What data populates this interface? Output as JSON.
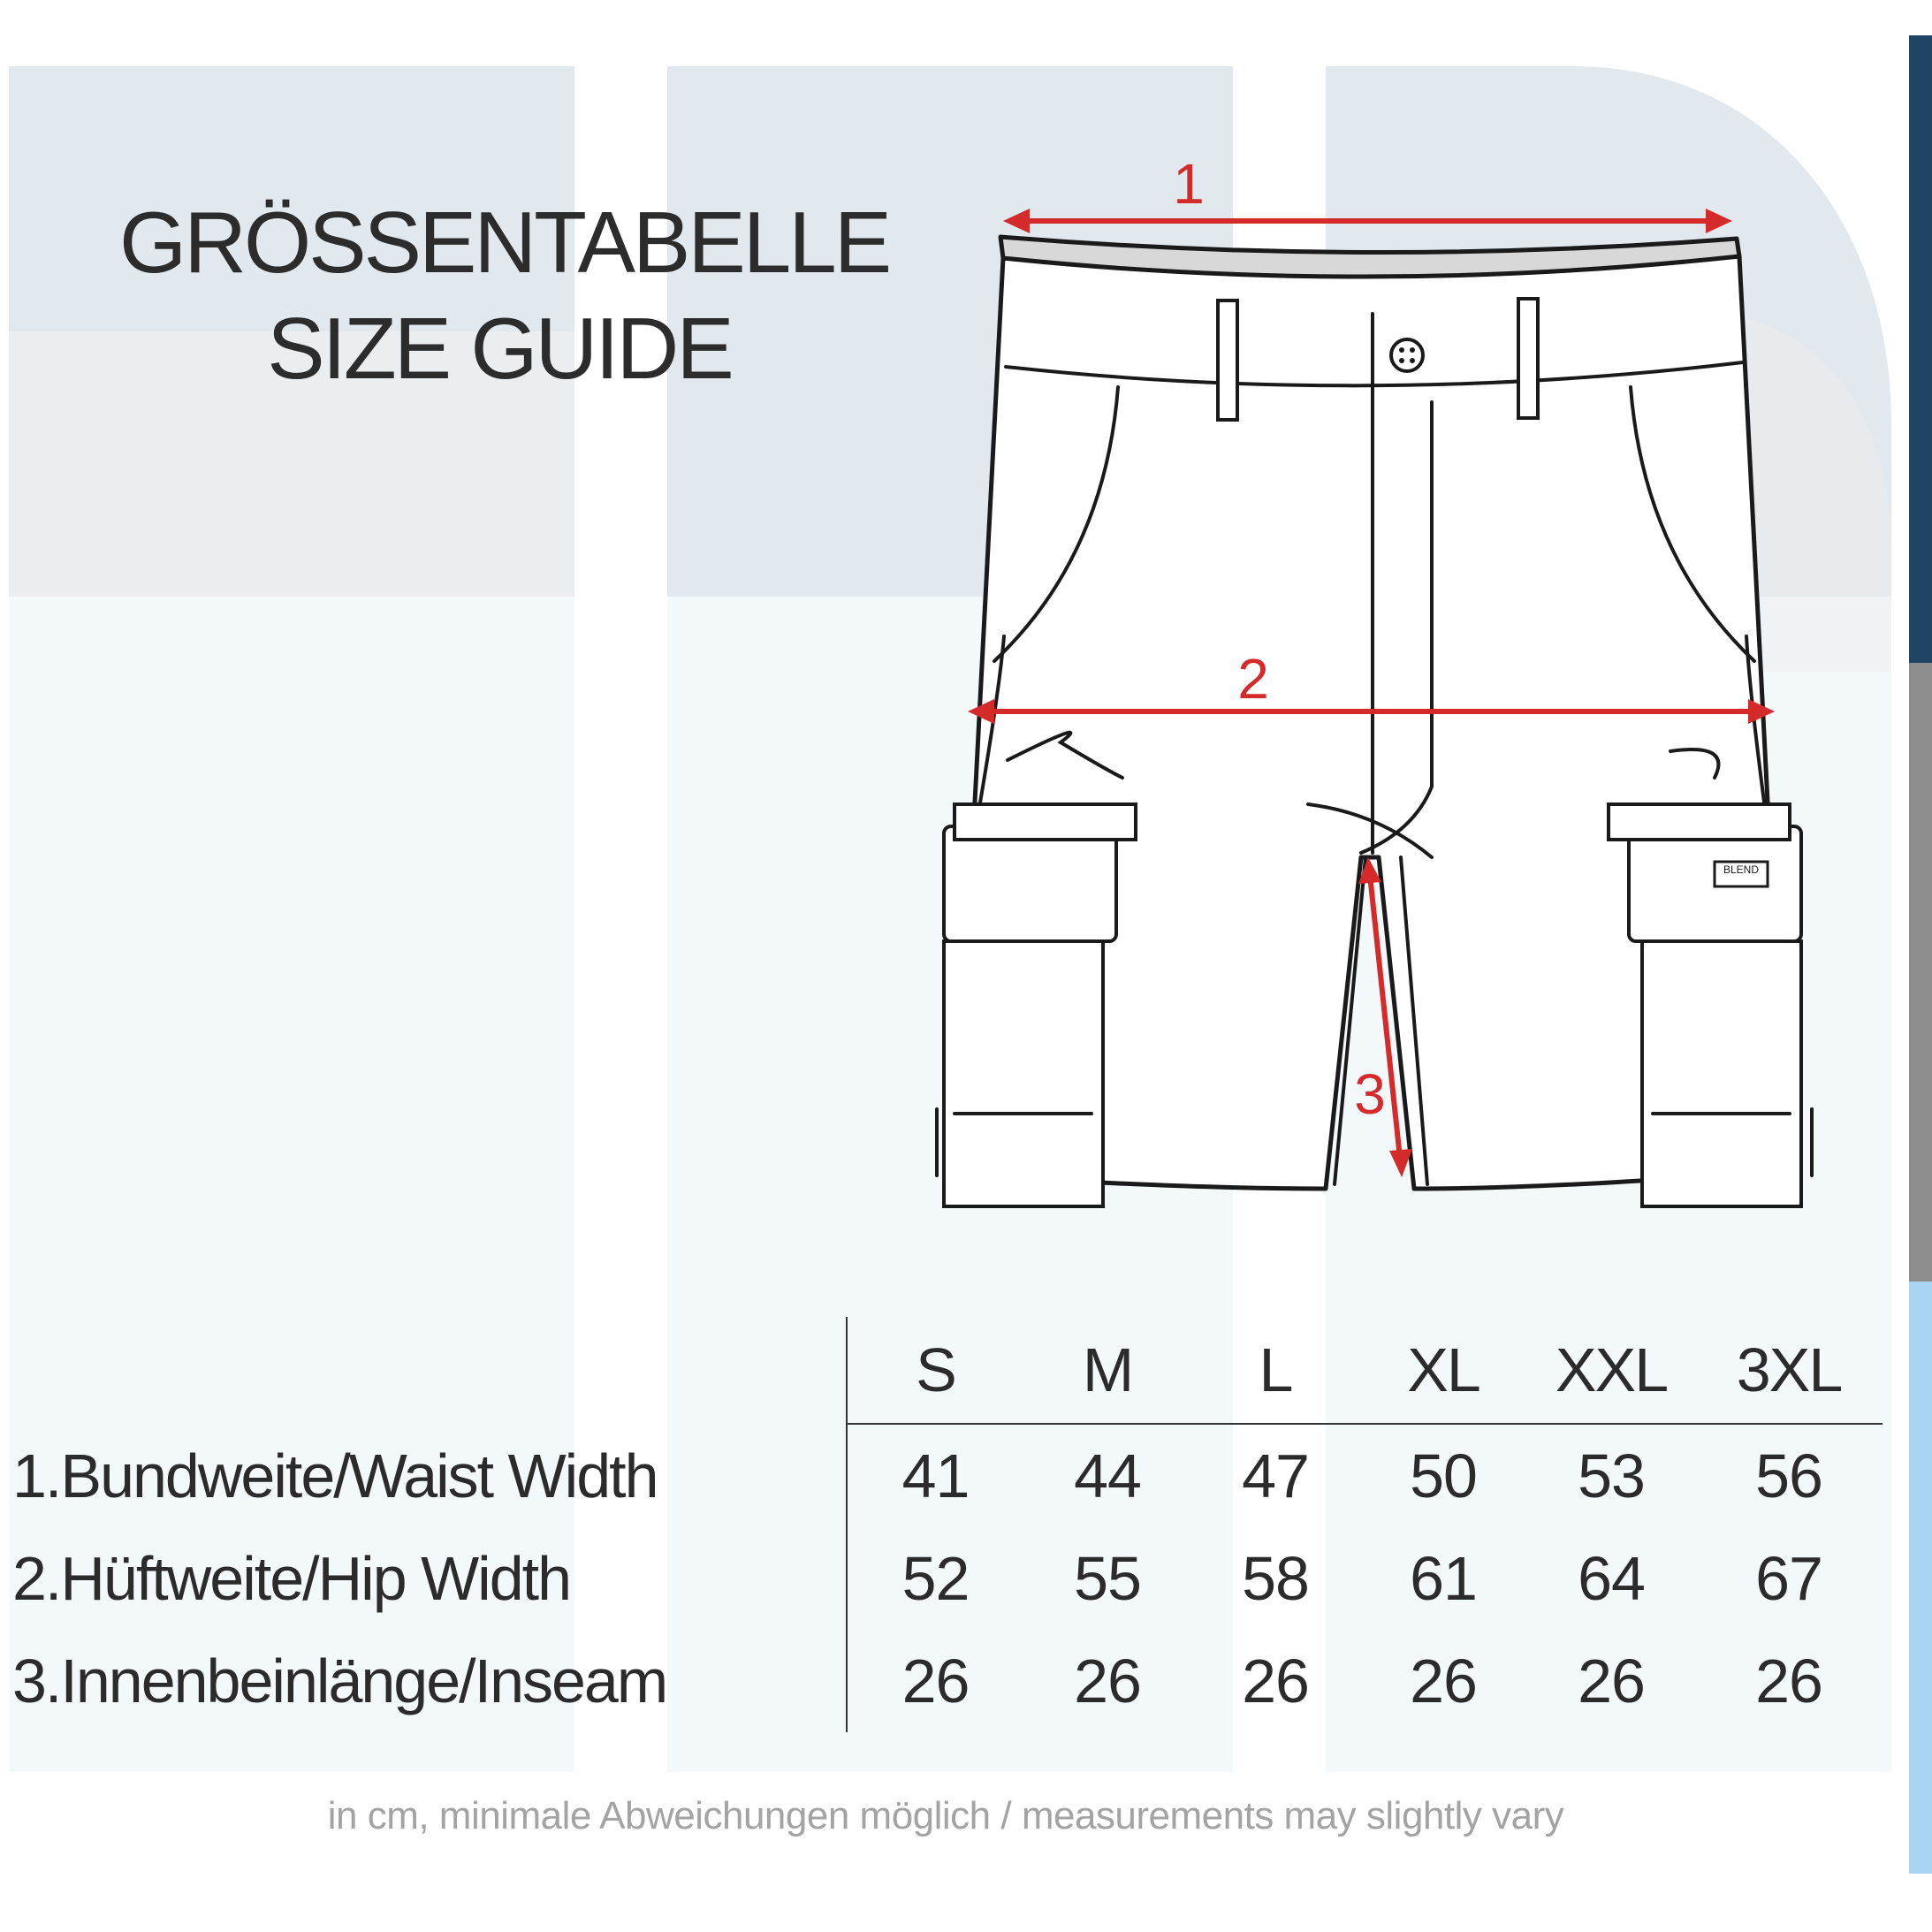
{
  "title": "GRÖSSENTABELLE",
  "subtitle": "SIZE GUIDE",
  "markers": {
    "waist": "1",
    "hip": "2",
    "inseam": "3"
  },
  "garment_label": "BLEND",
  "table": {
    "sizes": [
      "S",
      "M",
      "L",
      "XL",
      "XXL",
      "3XL"
    ],
    "rows": [
      {
        "label": "1.Bundweite/Waist Width",
        "values": [
          "41",
          "44",
          "47",
          "50",
          "53",
          "56"
        ]
      },
      {
        "label": "2.Hüftweite/Hip Width",
        "values": [
          "52",
          "55",
          "58",
          "61",
          "64",
          "67"
        ]
      },
      {
        "label": "3.Innenbeinlänge/Inseam",
        "values": [
          "26",
          "26",
          "26",
          "26",
          "26",
          "26"
        ]
      }
    ]
  },
  "footnote": "in cm, minimale Abweichungen möglich / measurements may slightly vary",
  "colors": {
    "accent_red": "#d42a2a",
    "panel_dark": "#e1e9ee",
    "panel_mid": "#ecedef",
    "panel_light": "#f3f8fb",
    "bar_top": "#1f4463",
    "bar_mid": "#8c8c8c",
    "bar_bottom": "#a9d4f2"
  }
}
